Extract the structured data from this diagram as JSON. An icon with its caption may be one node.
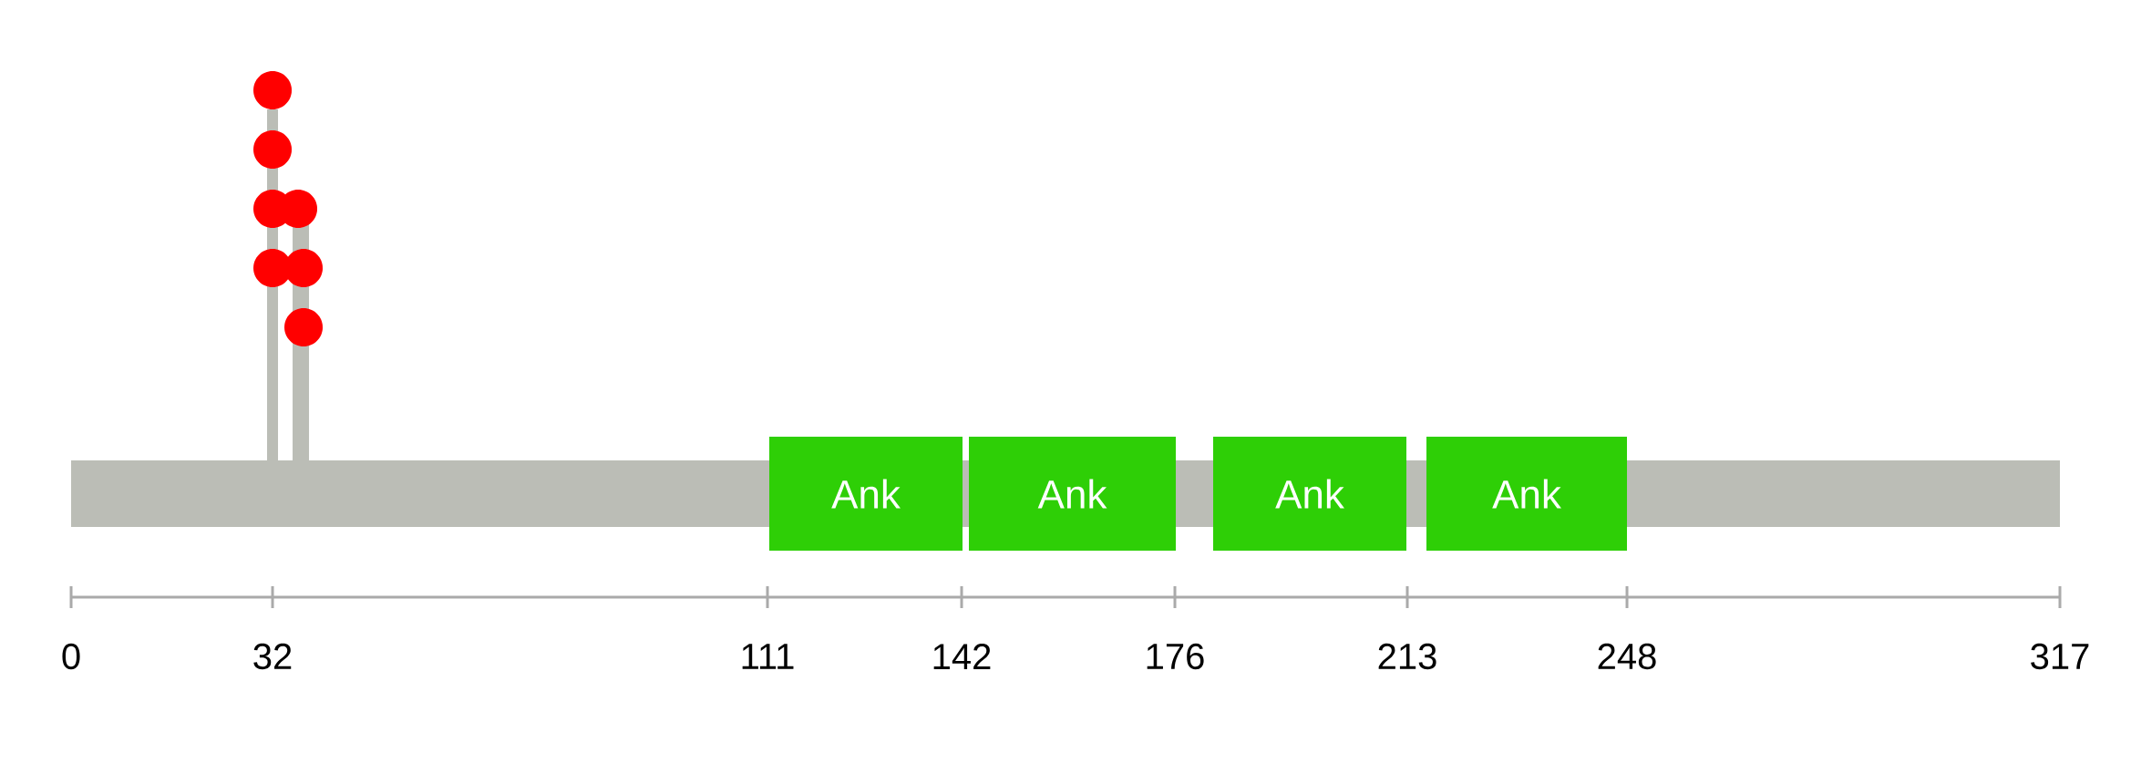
{
  "diagram": {
    "nodes": [
      {
        "text": [],
        "shape": "bar"
      },
      {
        "text": [
          "Ank"
        ]
      },
      {
        "text": [
          "Ank"
        ]
      },
      {
        "text": [
          "Ank"
        ]
      },
      {
        "text": [
          "Ank"
        ]
      }
    ],
    "labels": [
      "0",
      "32",
      "111",
      "142",
      "176",
      "213",
      "248",
      "317"
    ]
  }
}
